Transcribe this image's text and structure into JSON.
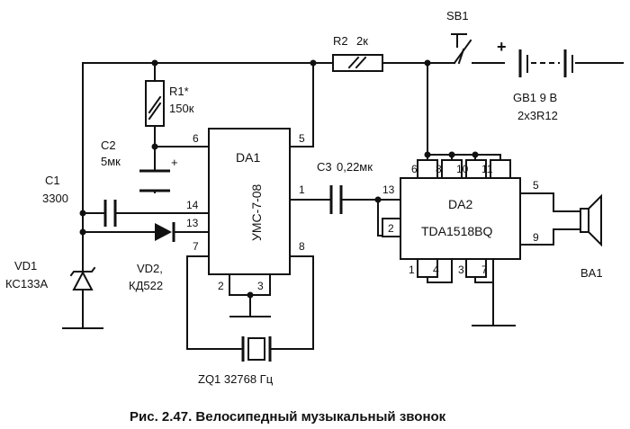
{
  "caption": "Рис. 2.47. Велосипедный музыкальный звонок",
  "components": {
    "r1": {
      "ref": "R1*",
      "value": "150к"
    },
    "r2": {
      "ref": "R2",
      "value": "2к"
    },
    "c1": {
      "ref": "C1",
      "value": "3300"
    },
    "c2": {
      "ref": "C2",
      "value": "5мк"
    },
    "c3": {
      "ref": "C3",
      "value": "0,22мк"
    },
    "vd1": {
      "ref": "VD1",
      "value": "КС133А"
    },
    "vd2": {
      "ref": "VD2,",
      "value": "КД522"
    },
    "sb1": {
      "ref": "SB1"
    },
    "gb1": {
      "ref": "GB1 9 В",
      "value": "2х3R12"
    },
    "ba1": {
      "ref": "BA1"
    },
    "zq1": {
      "label": "ZQ1 32768 Гц"
    },
    "da1": {
      "ref": "DA1",
      "type": "УМС-7-08"
    },
    "da2": {
      "ref": "DA2",
      "type": "TDA1518BQ"
    }
  },
  "pins": {
    "da1": [
      "6",
      "5",
      "14",
      "13",
      "7",
      "1",
      "8",
      "2",
      "3"
    ],
    "da2": [
      "6",
      "8",
      "10",
      "11",
      "13",
      "2",
      "5",
      "9",
      "1",
      "4",
      "3",
      "7"
    ]
  },
  "polarity": {
    "c2_plus": "+",
    "gb1_plus": "+"
  }
}
